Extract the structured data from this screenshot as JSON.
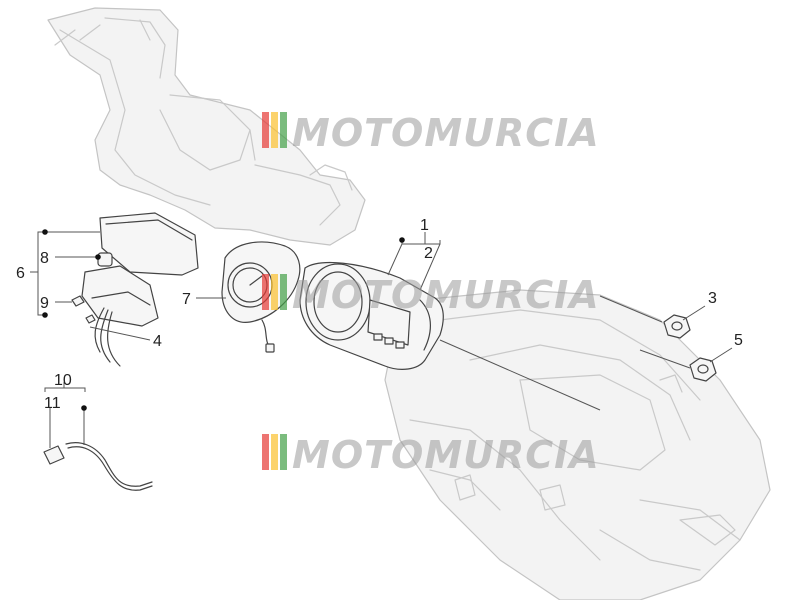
{
  "callouts": {
    "c1": "1",
    "c2": "2",
    "c3": "3",
    "c4": "4",
    "c5": "5",
    "c6": "6",
    "c7": "7",
    "c8": "8",
    "c9": "9",
    "c10": "10",
    "c11": "11"
  },
  "watermark": {
    "text": "MOTOMURCIA",
    "stripe_colors": [
      "#e53935",
      "#fbc02d",
      "#43a047"
    ]
  },
  "colors": {
    "line": "#444444",
    "ghost": "#c9c9c9"
  }
}
